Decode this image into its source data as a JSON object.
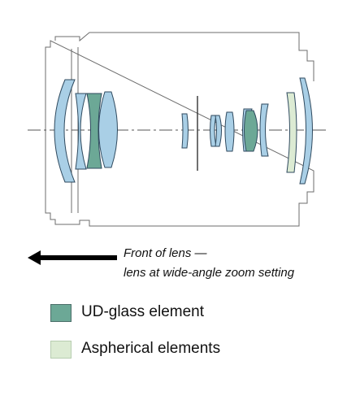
{
  "colors": {
    "standard_element": "#a9cfe6",
    "ud_glass": "#6ca896",
    "aspherical": "#dcebd3",
    "outline": "#2f4a5f",
    "barrel": "#6d6d6d"
  },
  "caption": {
    "line1": "Front of lens —",
    "line2": "lens at wide-angle zoom setting"
  },
  "legend": {
    "ud_label": "UD-glass element",
    "aspherical_label": "Aspherical elements"
  }
}
